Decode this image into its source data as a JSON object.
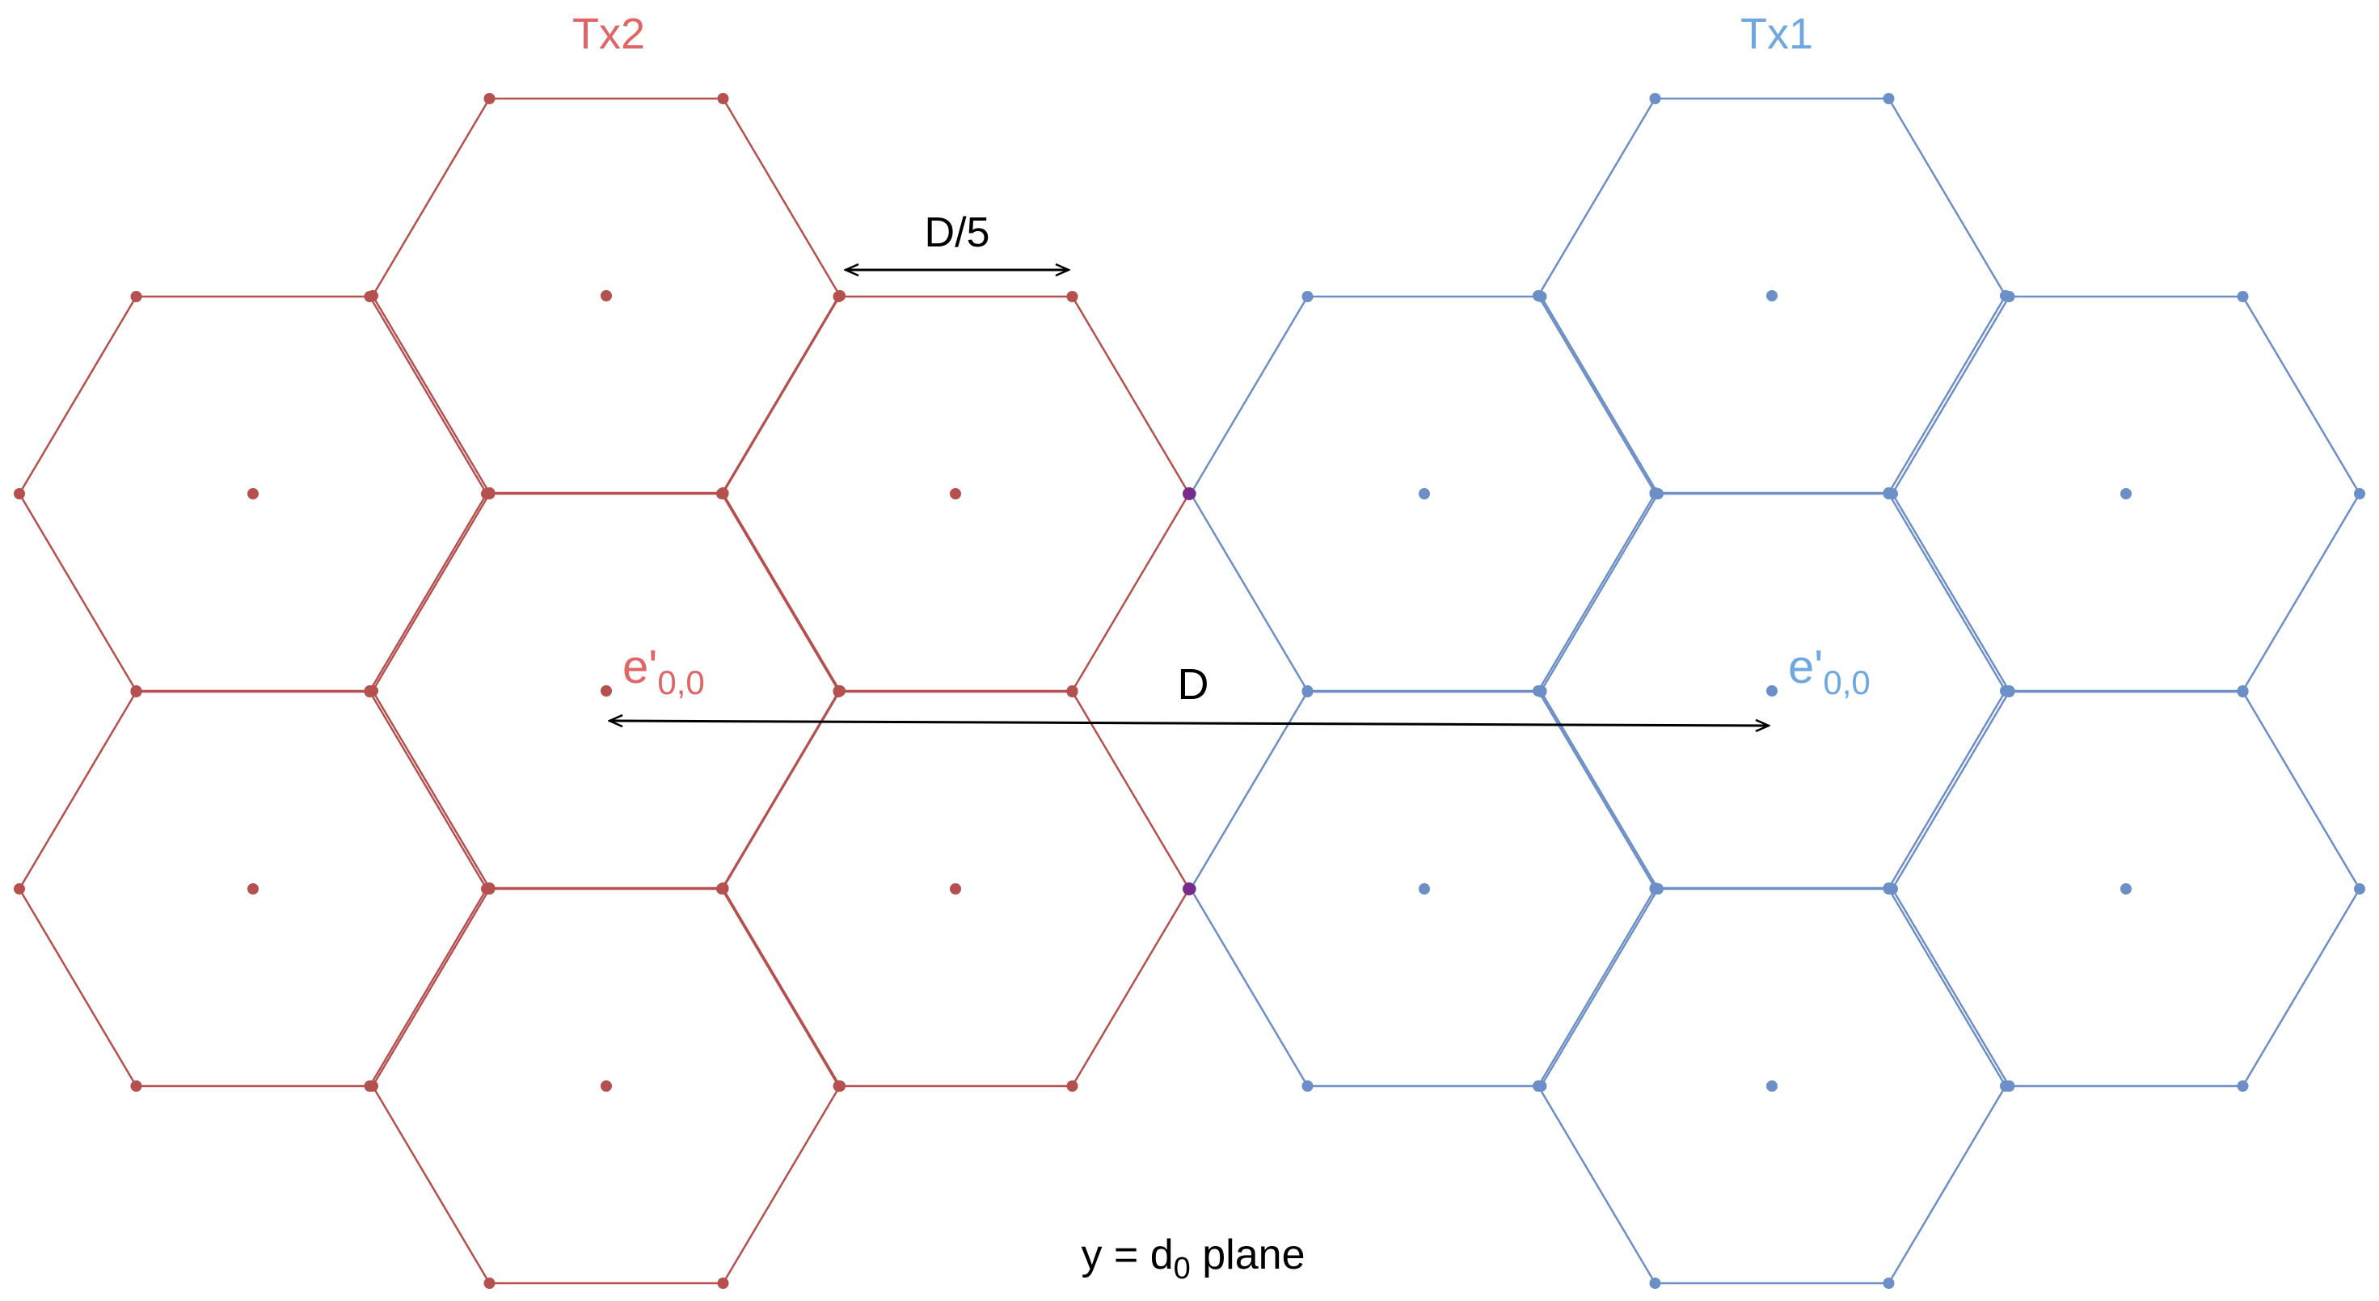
{
  "diagram": {
    "tx2_label": "Tx2",
    "tx1_label": "Tx1",
    "tx2_origin_label": {
      "base": "e'",
      "sub": "0,0"
    },
    "tx1_origin_label": {
      "base": "e'",
      "sub": "0,0"
    },
    "distance_label": "D",
    "cell_width_label": "D/5",
    "plane_label": {
      "pre": "y = d",
      "sub": "0",
      "post": " plane"
    },
    "colors": {
      "tx2_line": "#b5504f",
      "tx2_text": "#e06666",
      "tx1_line": "#6d8fc8",
      "tx1_text": "#6fa8e0",
      "shared_vertex": "#7b2a8c",
      "arrow": "#000000"
    }
  }
}
